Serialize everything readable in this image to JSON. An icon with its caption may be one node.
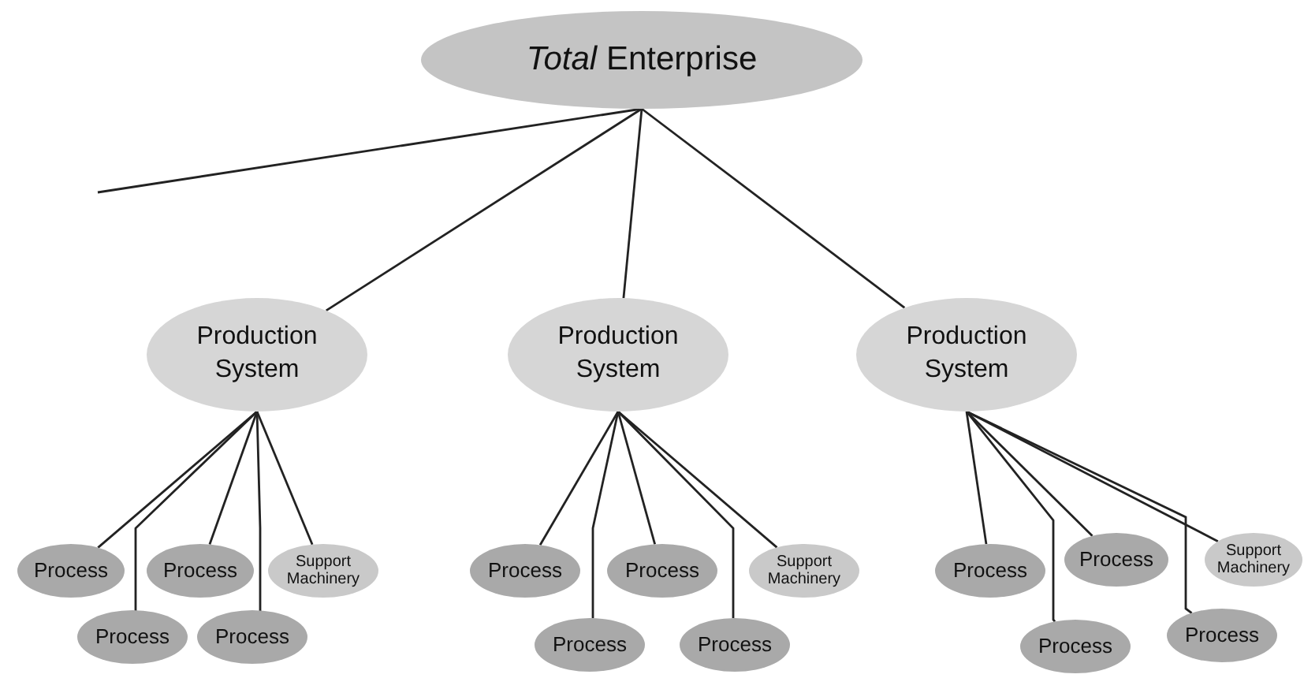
{
  "diagram": {
    "nodes": [
      {
        "text": [
          "*Total* Enterprise"
        ]
      },
      {
        "text": [
          "Production System"
        ]
      },
      {
        "text": [
          "Production System"
        ]
      },
      {
        "text": [
          "Production System"
        ]
      },
      {
        "text": [
          "Process"
        ]
      },
      {
        "text": [
          "Process"
        ]
      },
      {
        "text": [
          "Process"
        ]
      },
      {
        "text": [
          "Process"
        ]
      },
      {
        "text": [
          "Support Machinery"
        ]
      },
      {
        "text": [
          "Process"
        ]
      },
      {
        "text": [
          "Process"
        ]
      },
      {
        "text": [
          "Process"
        ]
      },
      {
        "text": [
          "Process"
        ]
      },
      {
        "text": [
          "Support Machinery"
        ]
      },
      {
        "text": [
          "Process"
        ]
      },
      {
        "text": [
          "Process"
        ]
      },
      {
        "text": [
          "Process"
        ]
      },
      {
        "text": [
          "Process"
        ]
      },
      {
        "text": [
          "Support Machinery"
        ]
      }
    ],
    "edges": [
      {
        "from": 0,
        "to": null,
        "arrow": "none"
      },
      {
        "from": 0,
        "to": 1,
        "arrow": "none"
      },
      {
        "from": 0,
        "to": 2,
        "arrow": "none"
      },
      {
        "from": 0,
        "to": 3,
        "arrow": "none"
      },
      {
        "from": 1,
        "to": 4,
        "arrow": "none"
      },
      {
        "from": 1,
        "to": 5,
        "arrow": "none"
      },
      {
        "from": 1,
        "to": 6,
        "arrow": "none"
      },
      {
        "from": 1,
        "to": 7,
        "arrow": "none"
      },
      {
        "from": 1,
        "to": 8,
        "arrow": "none"
      },
      {
        "from": 2,
        "to": 9,
        "arrow": "none"
      },
      {
        "from": 2,
        "to": 10,
        "arrow": "none"
      },
      {
        "from": 2,
        "to": 11,
        "arrow": "none"
      },
      {
        "from": 2,
        "to": 12,
        "arrow": "none"
      },
      {
        "from": 2,
        "to": 13,
        "arrow": "none"
      },
      {
        "from": 3,
        "to": 14,
        "arrow": "none"
      },
      {
        "from": 3,
        "to": 15,
        "arrow": "none"
      },
      {
        "from": 3,
        "to": 16,
        "arrow": "none"
      },
      {
        "from": 3,
        "to": 17,
        "arrow": "none"
      },
      {
        "from": 3,
        "to": 18,
        "arrow": "none"
      }
    ]
  }
}
